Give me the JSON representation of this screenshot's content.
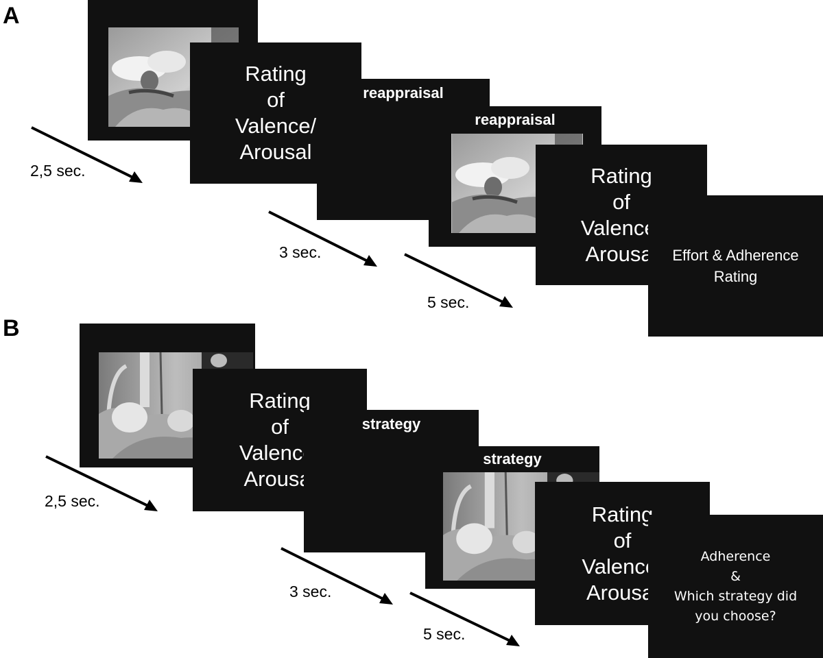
{
  "panels": {
    "a": {
      "label": "A",
      "rating_1": "Rating\nof\nValence/\nArousal",
      "cue_1": "reappraisal",
      "cue_2": "reappraisal",
      "rating_2": "Rating\nof\nValence/\nArousal",
      "final": "Effort & Adherence\nRating",
      "timings": [
        "2,5 sec.",
        "3 sec.",
        "5 sec."
      ]
    },
    "b": {
      "label": "B",
      "rating_1": "Rating\nof\nValence/\nArousal",
      "cue_1": "strategy",
      "cue_2": "strategy",
      "rating_2": "Rating\nof\nValence/\nArousal",
      "final": "Adherence\n&\nWhich strategy did\nyou choose?",
      "timings": [
        "2,5 sec.",
        "3 sec.",
        "5 sec."
      ]
    }
  },
  "icons": {
    "picture_a": "bedridden-person-photo",
    "picture_b": "hospital-patient-photo",
    "arrow": "diagonal-arrow"
  },
  "colors": {
    "screen": "#111111",
    "text": "#ffffff",
    "background": "#ffffff"
  }
}
